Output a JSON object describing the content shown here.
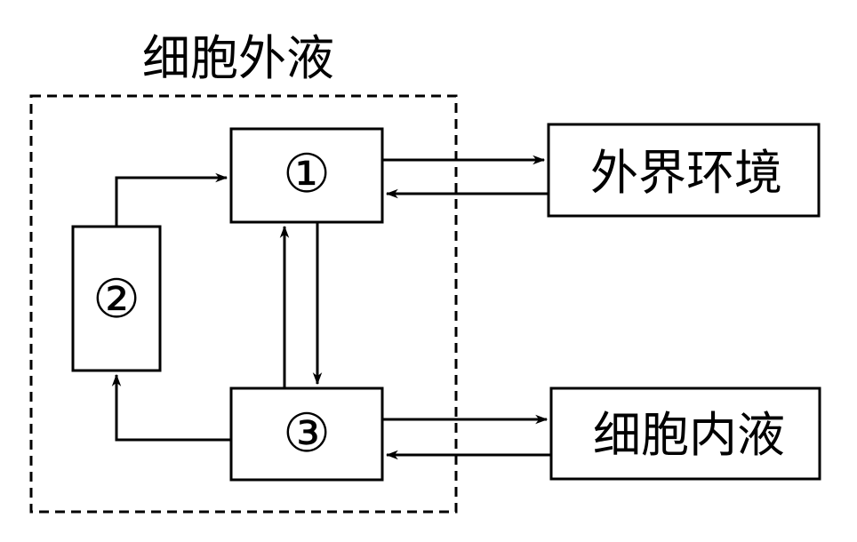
{
  "region": {
    "label": "细胞外液"
  },
  "nodes": {
    "n1": {
      "label": "①"
    },
    "n2": {
      "label": "②"
    },
    "n3": {
      "label": "③"
    },
    "external": {
      "label": "外界环境"
    },
    "intracellular": {
      "label": "细胞内液"
    }
  },
  "edges": [
    {
      "from": "n1",
      "to": "external"
    },
    {
      "from": "external",
      "to": "n1"
    },
    {
      "from": "n1",
      "to": "n3"
    },
    {
      "from": "n3",
      "to": "n1"
    },
    {
      "from": "n3",
      "to": "n2"
    },
    {
      "from": "n2",
      "to": "n1"
    },
    {
      "from": "n3",
      "to": "intracellular"
    },
    {
      "from": "intracellular",
      "to": "n3"
    }
  ],
  "colors": {
    "stroke": "#000000",
    "background": "#ffffff"
  }
}
